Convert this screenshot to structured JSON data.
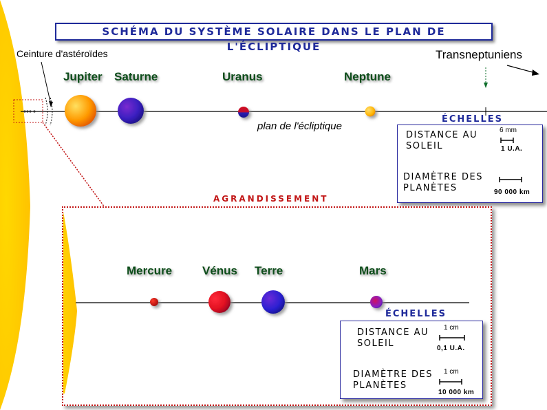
{
  "title": "SCHÉMA DU SYSTÈME SOLAIRE DANS LE PLAN DE L'ÉCLIPTIQUE",
  "asteroid_belt_label": "Ceinture d'astéroïdes",
  "transneptunian_label": "Transneptuniens",
  "ecliptic_label": "plan de l'écliptique",
  "outer_planets": [
    {
      "name": "Jupiter",
      "color": "#ff8c00"
    },
    {
      "name": "Saturne",
      "color": "#3a1fc0"
    },
    {
      "name": "Uranus",
      "color": "#c01030"
    },
    {
      "name": "Neptune",
      "color": "#ffb300"
    }
  ],
  "outer_scales": {
    "heading": "ÉCHELLES",
    "distance_label": "DISTANCE AU SOLEIL",
    "distance_bar_unit": "6 mm",
    "distance_value": "1 U.A.",
    "diameter_label": "DIAMÈTRE DES PLANÈTES",
    "diameter_value": "90 000 km"
  },
  "zoom_label": "AGRANDISSEMENT",
  "inner_planets": [
    {
      "name": "Mercure",
      "color": "#c01010"
    },
    {
      "name": "Vénus",
      "color": "#e01020"
    },
    {
      "name": "Terre",
      "color": "#2a1fd0"
    },
    {
      "name": "Mars",
      "color": "#c01090"
    }
  ],
  "inner_scales": {
    "heading": "ÉCHELLES",
    "distance_label": "DISTANCE AU SOLEIL",
    "distance_bar_unit": "1 cm",
    "distance_value": "0,1 U.A.",
    "diameter_label": "DIAMÈTRE DES PLANÈTES",
    "diameter_bar_unit": "1 cm",
    "diameter_value": "10 000 km"
  },
  "colors": {
    "sun": "#ffcc00",
    "title_blue": "#1f2a9a",
    "label_green": "#0d4d1a",
    "zoom_red": "#c21616"
  }
}
